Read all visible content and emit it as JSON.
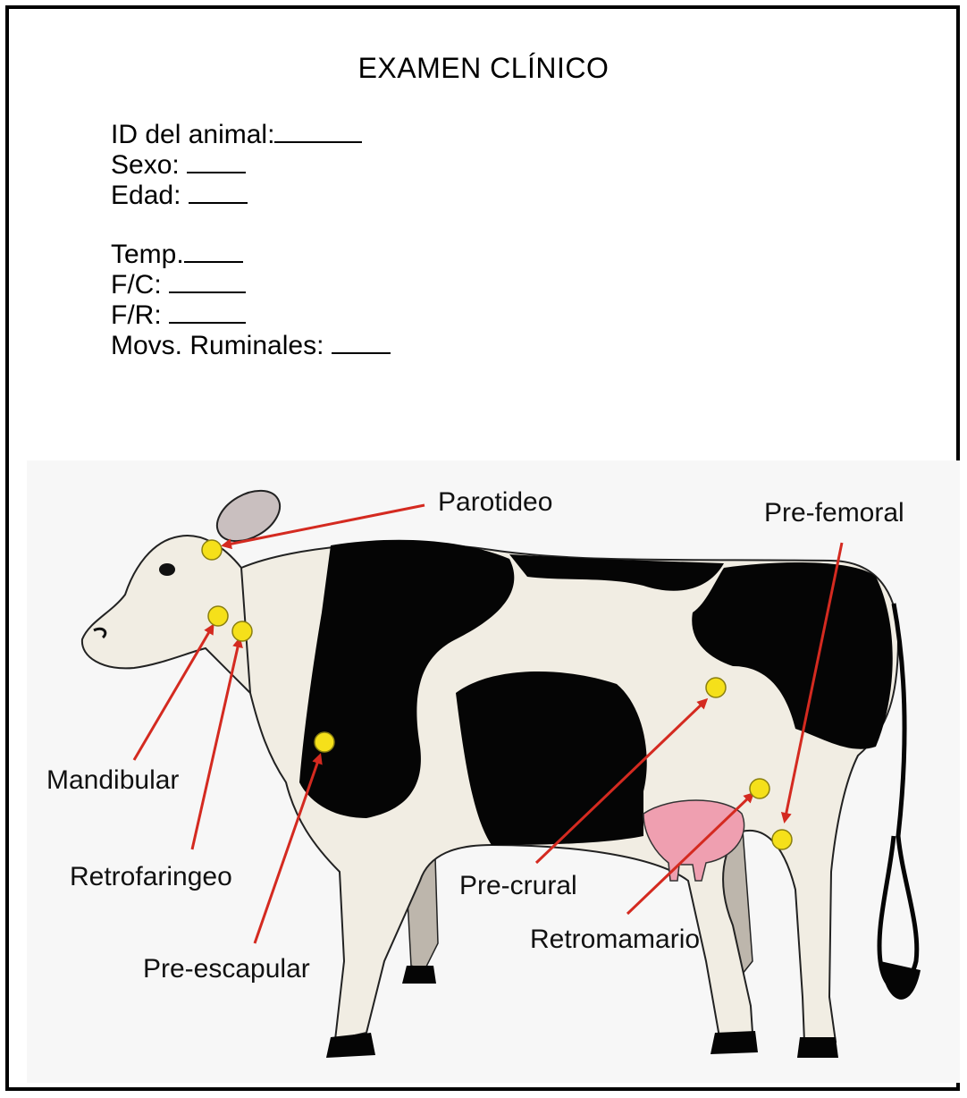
{
  "form": {
    "title": "EXAMEN CLÍNICO",
    "fields": [
      {
        "label": "ID del animal:",
        "blank": "______"
      },
      {
        "label": "Sexo: ",
        "blank": "____"
      },
      {
        "label": "Edad: ",
        "blank": "____"
      },
      {
        "label": "Temp.",
        "blank": "____"
      },
      {
        "label": "F/C: ",
        "blank": "_____"
      },
      {
        "label": "F/R: ",
        "blank": "_____"
      },
      {
        "label": "Movs. Ruminales: ",
        "blank": "____"
      }
    ]
  },
  "diagram": {
    "lymph_nodes": [
      {
        "name": "Parotideo"
      },
      {
        "name": "Pre-femoral"
      },
      {
        "name": "Mandibular"
      },
      {
        "name": "Retrofaringeo"
      },
      {
        "name": "Pre-escapular"
      },
      {
        "name": "Pre-crural"
      },
      {
        "name": "Retromamario"
      }
    ],
    "colors": {
      "node": "#f5e01a",
      "arrow": "#d42a20",
      "hide_light": "#f1ede3",
      "hide_dark": "#050505",
      "udder": "#ef9fb0",
      "leg_shadow": "#bdb6ac"
    }
  }
}
